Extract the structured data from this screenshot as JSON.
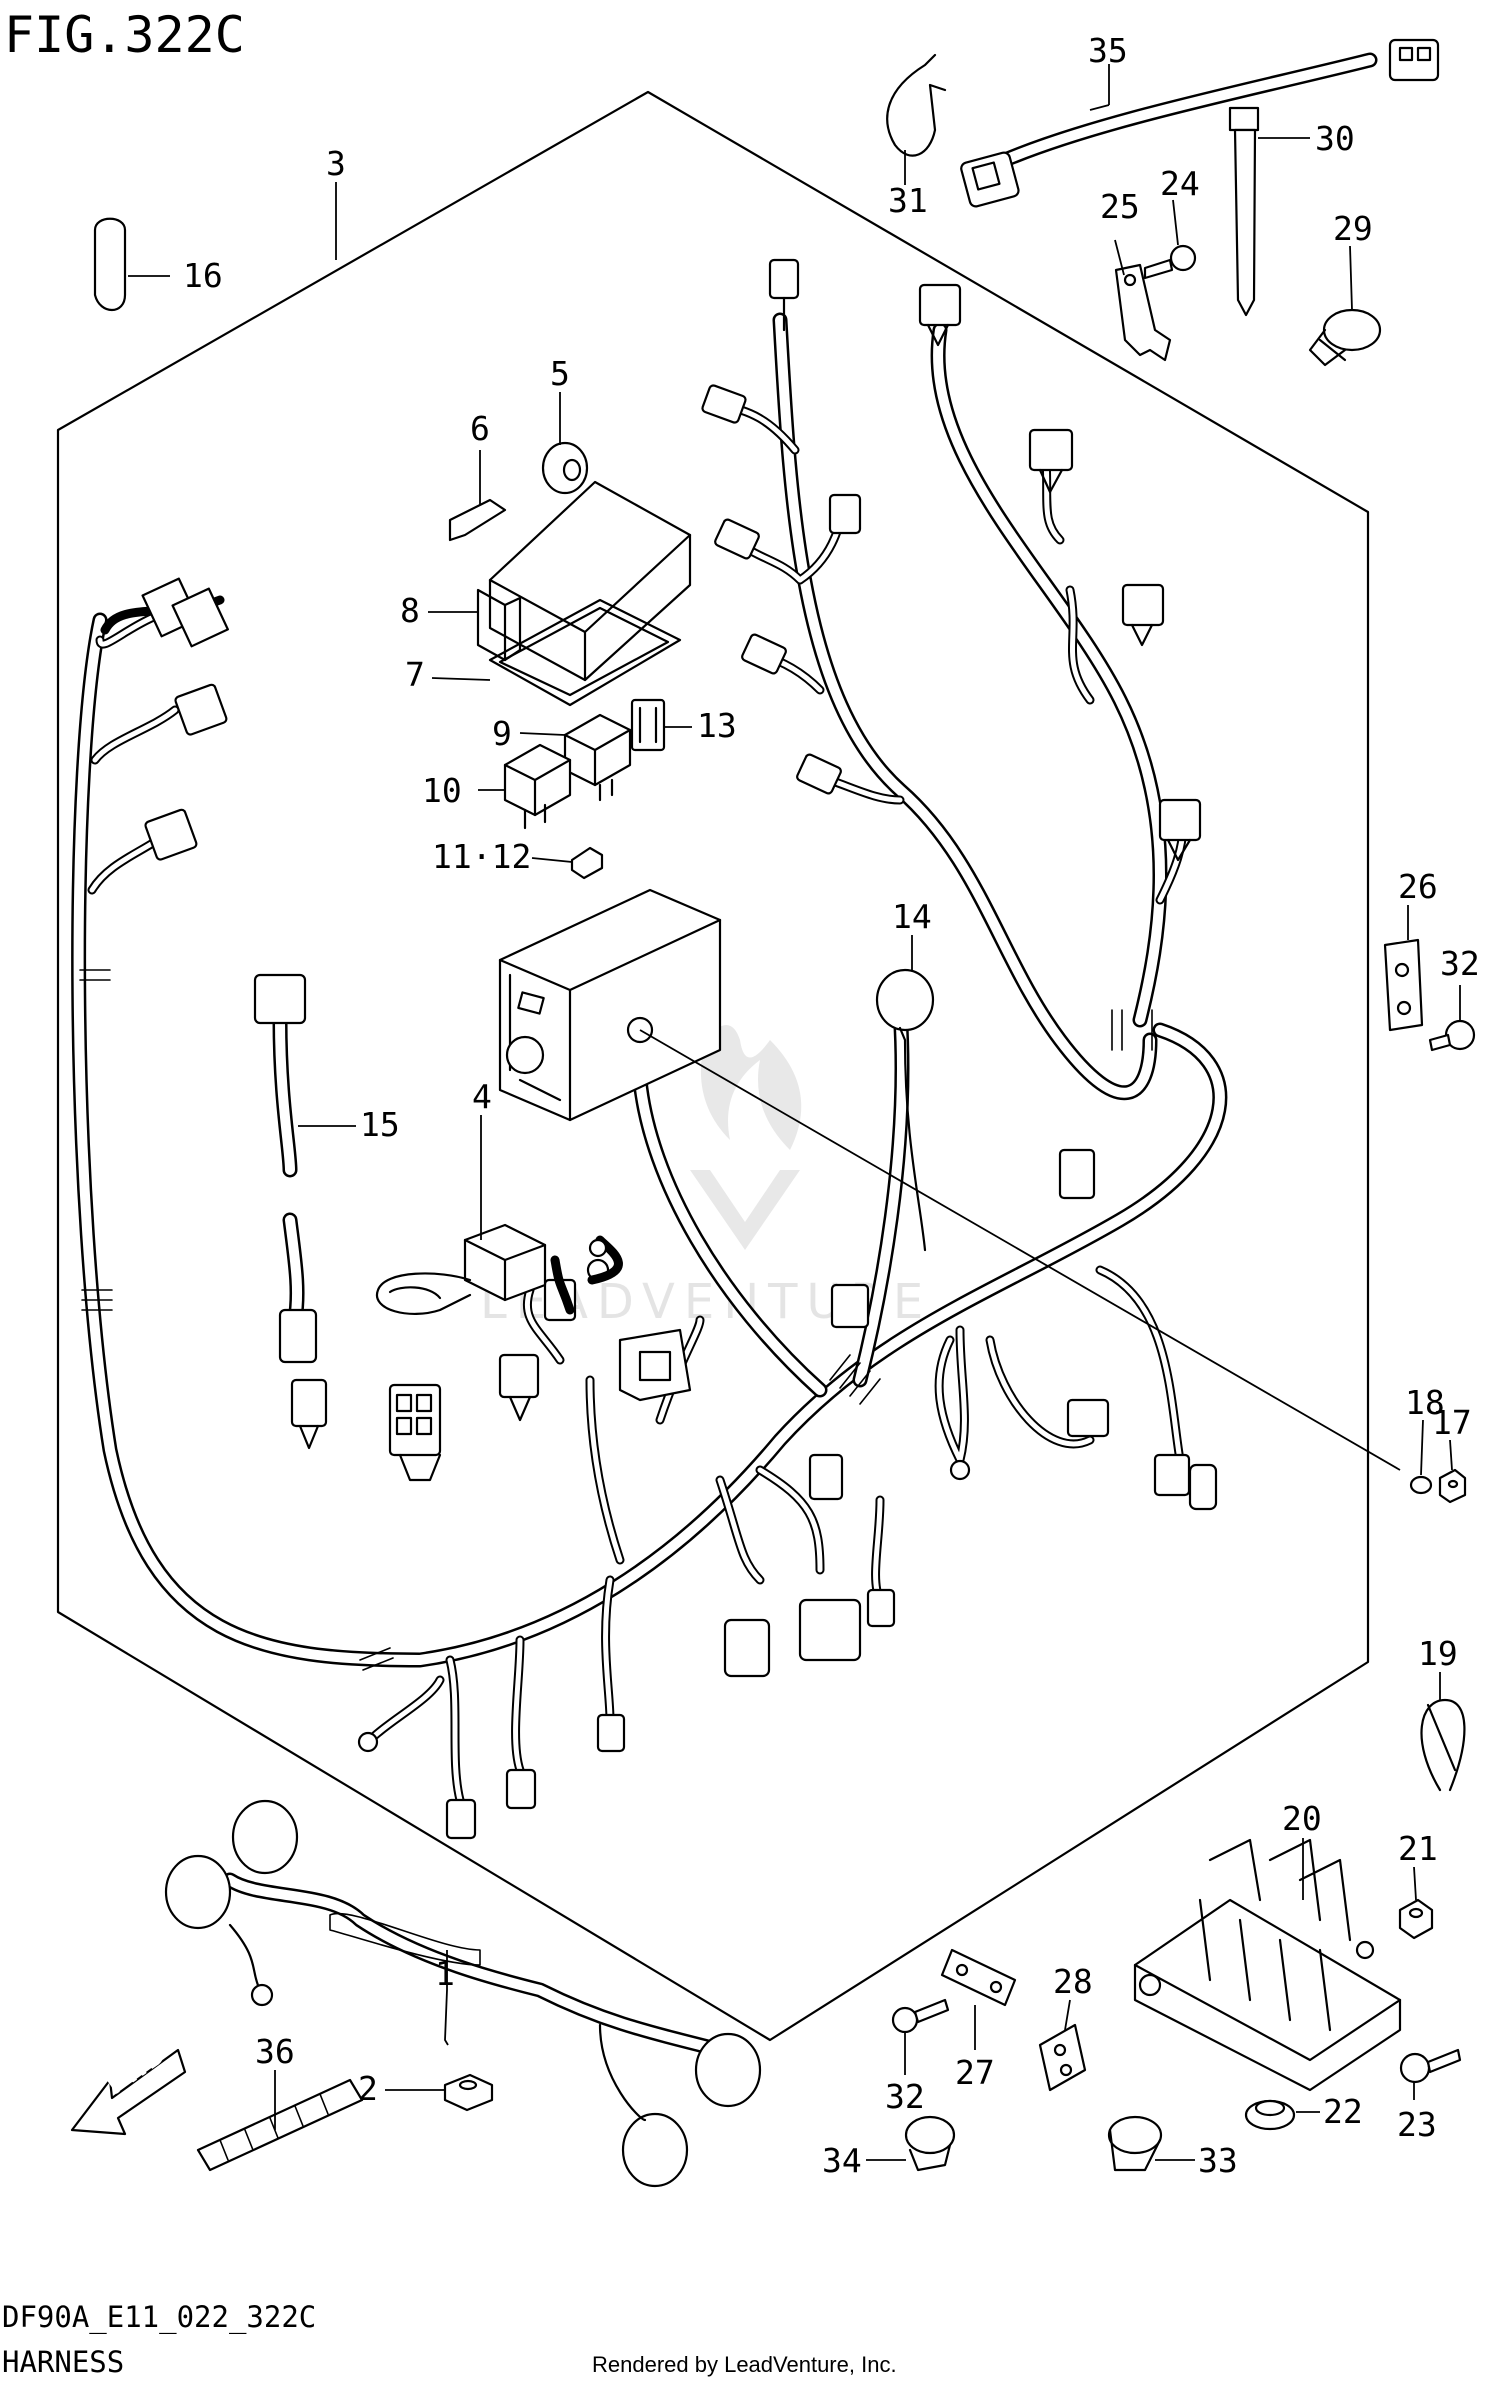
{
  "figure": {
    "title": "FIG.322C",
    "code": "DF90A_E11_022_322C",
    "name": "HARNESS",
    "credit": "Rendered by LeadVenture, Inc.",
    "watermark": "LEADVENTURE"
  },
  "fwd_label": "FWD",
  "callouts": {
    "c1": "1",
    "c2": "2",
    "c3": "3",
    "c4": "4",
    "c5": "5",
    "c6": "6",
    "c7": "7",
    "c8": "8",
    "c9": "9",
    "c10": "10",
    "c11_12": "11·12",
    "c13": "13",
    "c14": "14",
    "c15": "15",
    "c16": "16",
    "c17": "17",
    "c18": "18",
    "c19": "19",
    "c20": "20",
    "c21": "21",
    "c22": "22",
    "c23": "23",
    "c24": "24",
    "c25": "25",
    "c26": "26",
    "c27": "27",
    "c28": "28",
    "c29": "29",
    "c30": "30",
    "c31": "31",
    "c32a": "32",
    "c32b": "32",
    "c33": "33",
    "c34": "34",
    "c35": "35",
    "c36": "36"
  }
}
